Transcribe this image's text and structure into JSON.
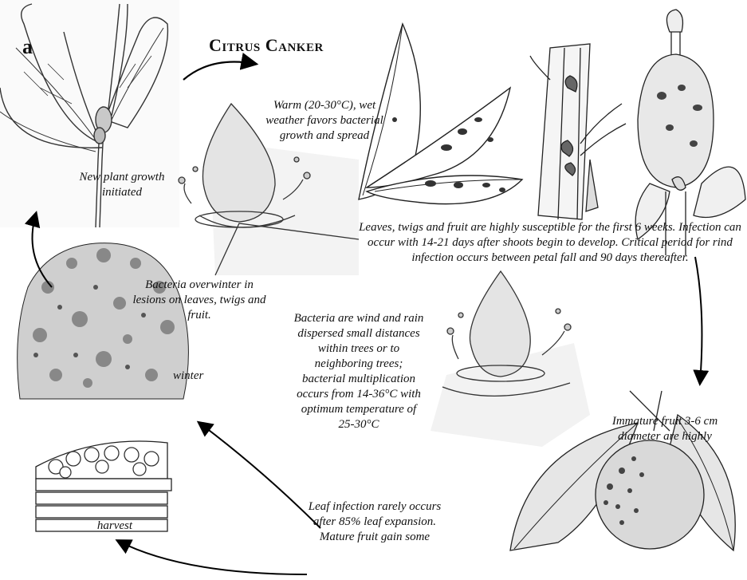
{
  "panel_label": "a",
  "title": "Citrus Canker",
  "captions": {
    "new_growth": "New plant growth initiated",
    "warm_weather": "Warm (20-30°C), wet weather favors bacterial growth and spread",
    "susceptibility": "Leaves, twigs and fruit are highly susceptible for the first 6 weeks. Infection can occur with 14-21 days after shoots begin to develop. Critical period for rind infection occurs between petal fall and 90 days thereafter.",
    "overwinter": "Bacteria overwinter in lesions on leaves, twigs and fruit.",
    "winter": "winter",
    "dispersal": "Bacteria are wind and rain dispersed small distances within trees or to neighboring trees; bacterial multiplication occurs from 14-36°C with optimum temperature of 25-30°C",
    "immature_fruit": "Immature fruit 3-6 cm diameter are highly",
    "harvest": "harvest",
    "leaf_infection": "Leaf infection rarely occurs after 85% leaf expansion. Mature fruit gain some"
  },
  "icons": [
    "leaf-shoot-icon",
    "raindrop-splash-icon",
    "spotted-leaves-icon",
    "twig-lesion-icon",
    "spotted-fruit-icon",
    "citrus-tree-icon",
    "fruit-crate-icon",
    "mature-fruit-icon"
  ]
}
